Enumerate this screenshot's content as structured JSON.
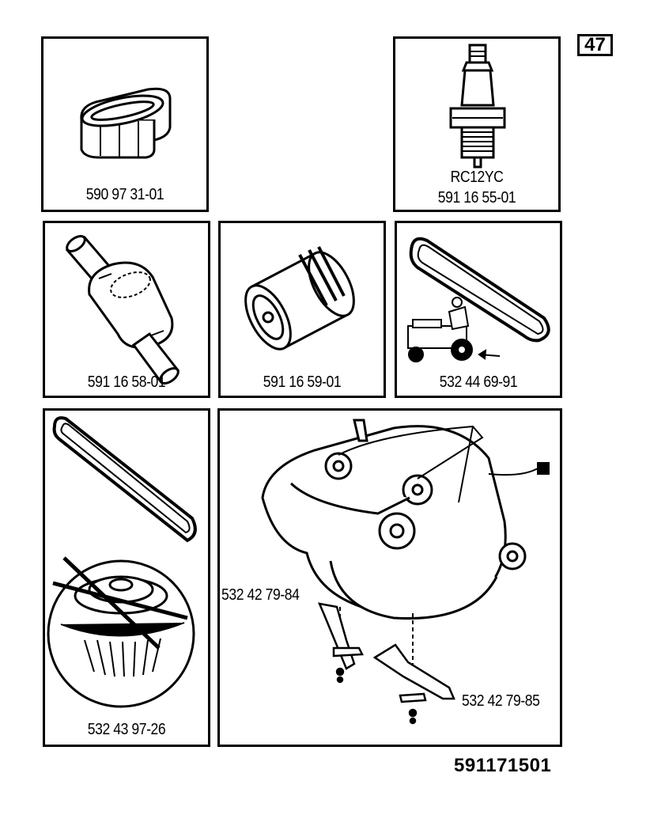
{
  "page_number": "47",
  "document_number": "591171501",
  "parts": [
    {
      "id": "air-filter",
      "icon": "air-filter-icon",
      "part_number": "590 97 31-01"
    },
    {
      "id": "spark-plug",
      "icon": "spark-plug-icon",
      "plug_type": "RC12YC",
      "part_number": "591 16 55-01"
    },
    {
      "id": "fuel-filter",
      "icon": "fuel-filter-icon",
      "part_number": "591 16 58-01"
    },
    {
      "id": "oil-filter",
      "icon": "oil-filter-icon",
      "part_number": "591 16 59-01"
    },
    {
      "id": "drive-belt",
      "icon": "drive-belt-icon",
      "part_number": "532 44 69-91"
    },
    {
      "id": "deck-belt-pulley",
      "icon": "belt-pulley-icon",
      "part_number": "532 43 97-26"
    },
    {
      "id": "mower-deck",
      "icon": "mower-deck-icon",
      "blade_left": "532 42 79-84",
      "blade_right": "532 42 79-85"
    }
  ]
}
